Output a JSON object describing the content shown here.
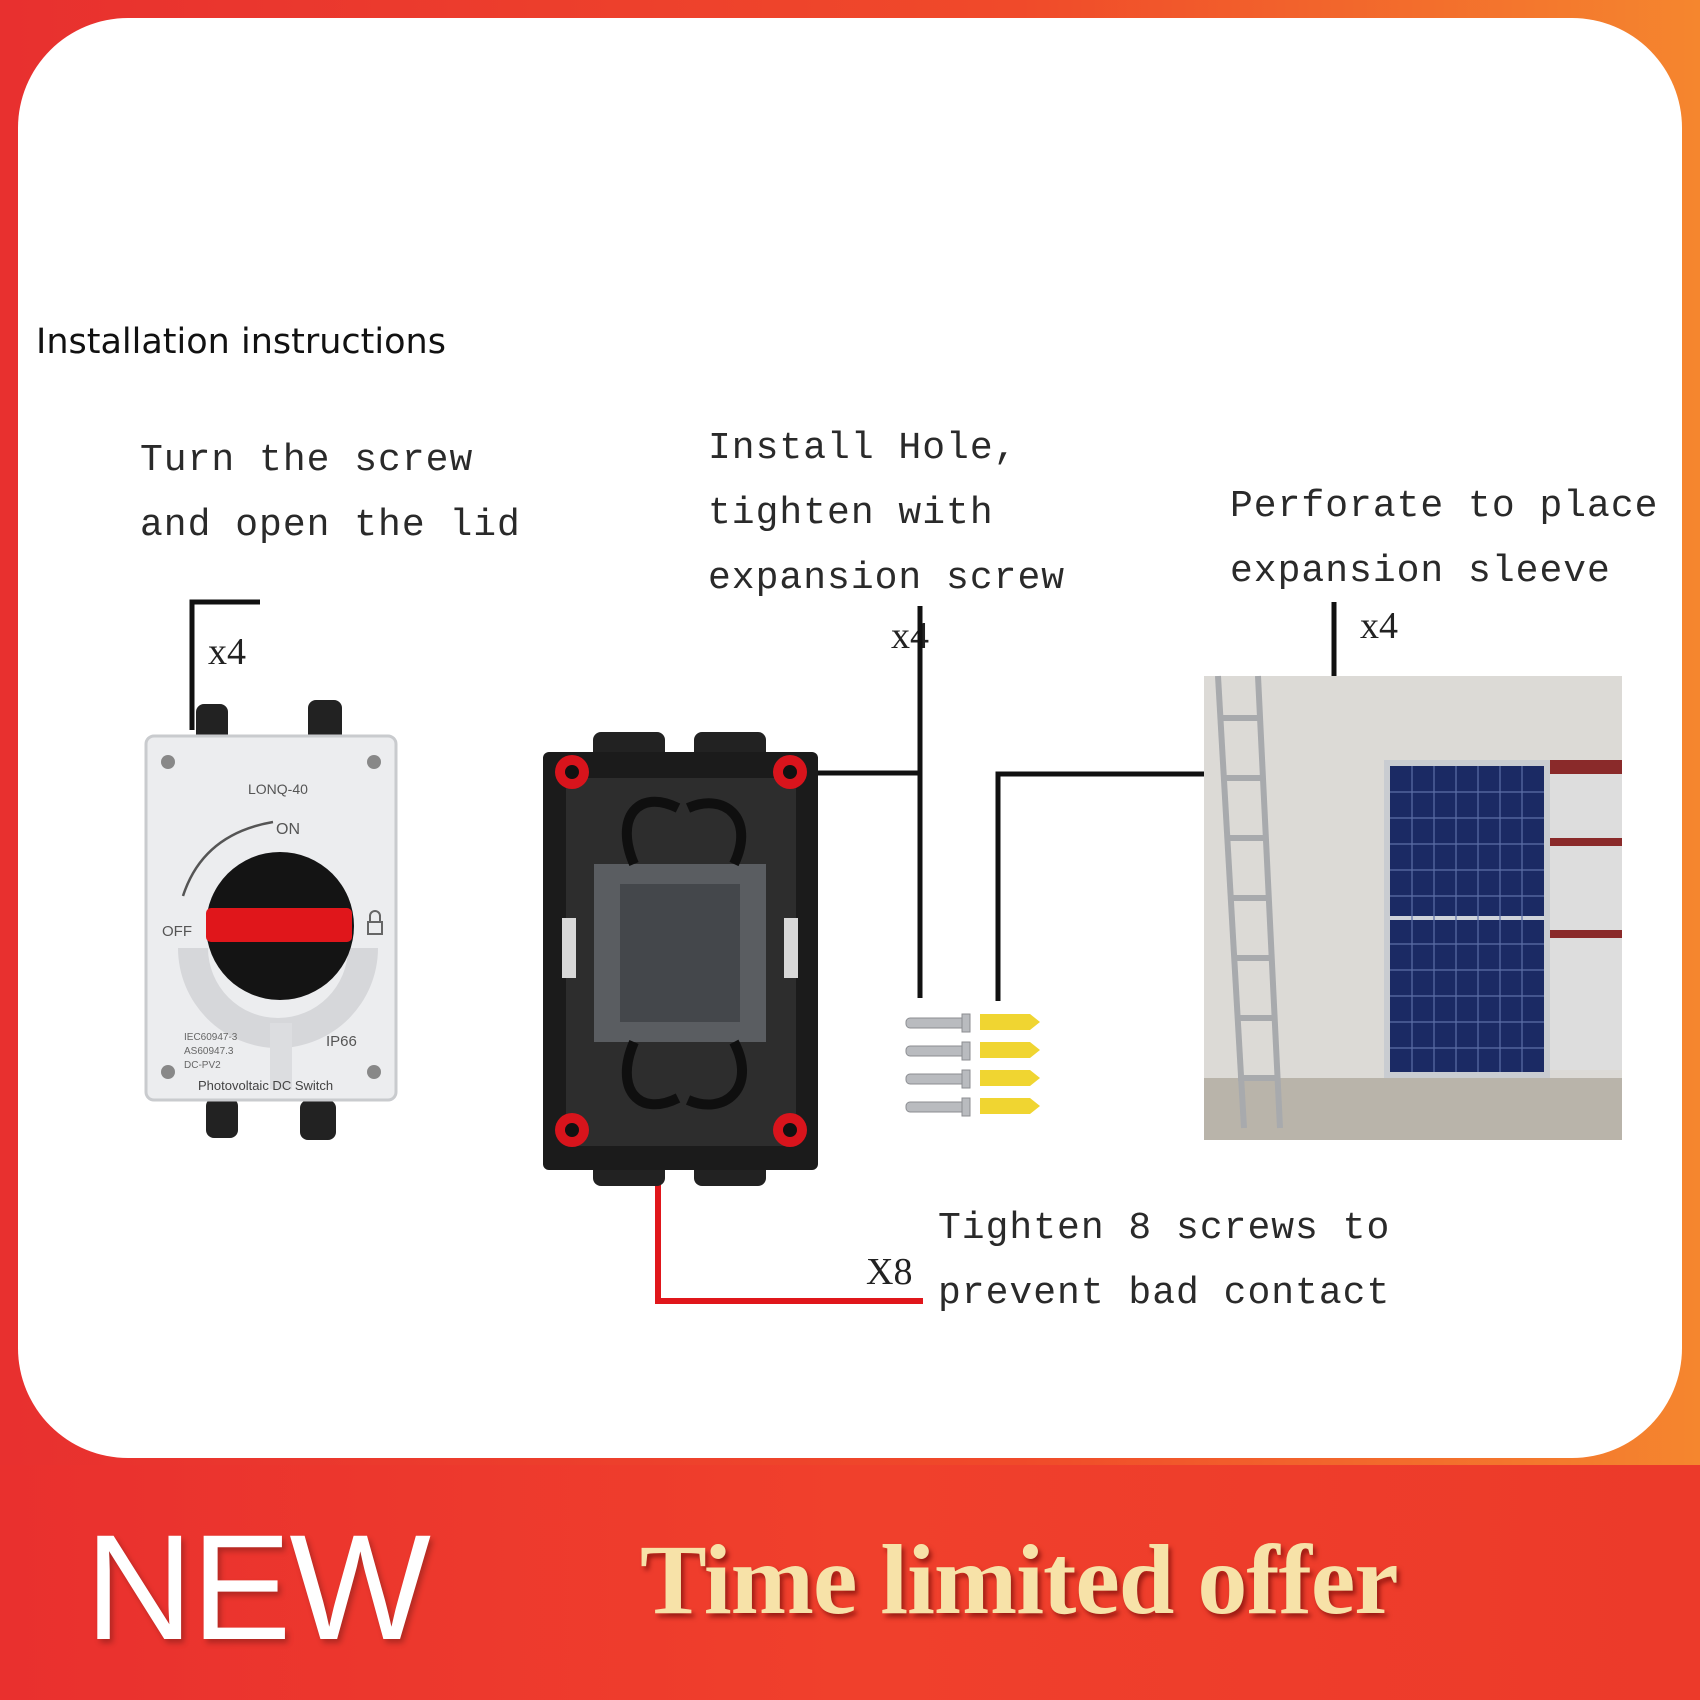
{
  "title": "Installation instructions",
  "steps": {
    "open_lid": {
      "line1": "Turn the screw",
      "line2": "and open the lid",
      "multiplier": "x4"
    },
    "install_hole": {
      "line1": "Install Hole,",
      "line2": "tighten with",
      "line3": "expansion screw",
      "multiplier": "x4"
    },
    "perforate": {
      "line1": "Perforate to place",
      "line2": "expansion sleeve",
      "multiplier": "x4"
    },
    "tighten": {
      "line1": "Tighten 8 screws to",
      "line2": "prevent bad contact",
      "multiplier": "X8"
    }
  },
  "device": {
    "model": "LONQ-40",
    "on_label": "ON",
    "off_label": "OFF",
    "standards": [
      "IEC60947-3",
      "AS60947.3",
      "DC-PV2"
    ],
    "ip_rating": "IP66",
    "name": "Photovoltaic DC Switch"
  },
  "banner": {
    "new_label": "NEW",
    "offer_text": "Time limited offer"
  },
  "colors": {
    "accent_red": "#e8302f",
    "orange": "#f5862e",
    "offer_gold": "#f7e2a8"
  }
}
